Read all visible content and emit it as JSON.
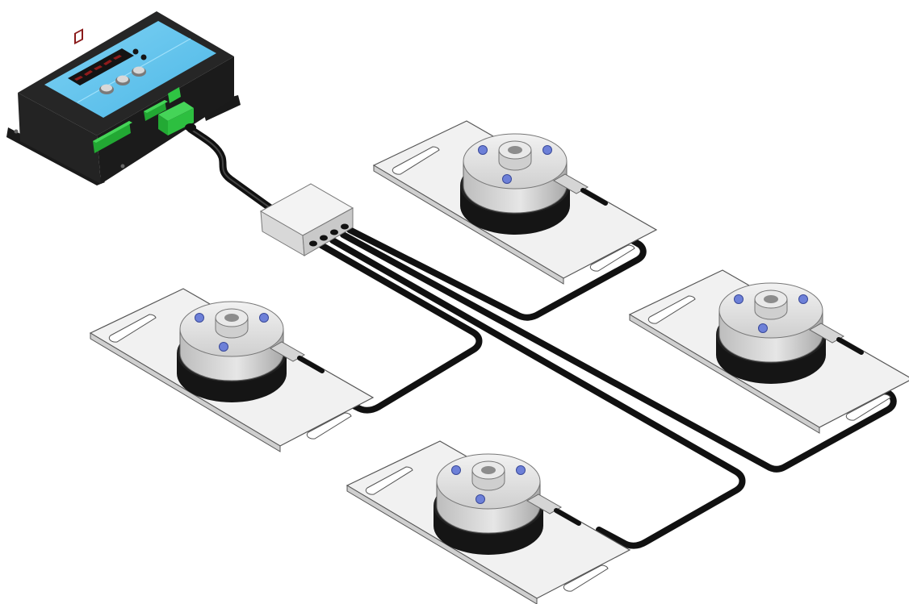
{
  "image": {
    "description_free": true,
    "colors": {
      "background": "#ffffff",
      "housing": "#1c1c1c",
      "panel": "#5ec3ee",
      "display_bg": "#141414",
      "led_segment": "#8a1a1a",
      "terminal_green": "#27c43a",
      "plate": "#f1f1f1",
      "cell_top": "#d9d9d9",
      "cell_base": "#151515",
      "cable": "#111111",
      "junction_box": "#e7e7e7",
      "screw": "#6d80d8"
    },
    "components": {
      "indicator": {
        "icon": "weighing-indicator-icon",
        "display_digits": 5,
        "buttons": 3,
        "status_leds": 2
      },
      "junction_box": {
        "icon": "junction-box-icon",
        "ports": 4
      },
      "load_cells": {
        "icon": "load-cell-icon",
        "count": 4
      }
    }
  }
}
